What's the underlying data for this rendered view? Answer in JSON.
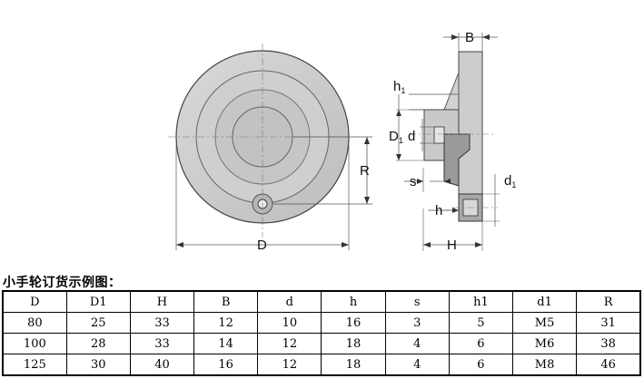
{
  "drawing_labels": {
    "D": "D",
    "R": "R",
    "B": "B",
    "h1": "h",
    "h1_sub": "1",
    "D1": "D",
    "D1_sub": "1",
    "d": "d",
    "s": "s",
    "d1": "d",
    "d1_sub": "1",
    "h": "h",
    "H": "H"
  },
  "caption": "小手轮订货示例图：",
  "table": {
    "headers": [
      "D",
      "D1",
      "H",
      "B",
      "d",
      "h",
      "s",
      "h1",
      "d1",
      "R"
    ],
    "rows": [
      [
        "80",
        "25",
        "33",
        "12",
        "10",
        "16",
        "3",
        "5",
        "M5",
        "31"
      ],
      [
        "100",
        "28",
        "33",
        "14",
        "12",
        "18",
        "4",
        "6",
        "M6",
        "38"
      ],
      [
        "125",
        "30",
        "40",
        "16",
        "12",
        "18",
        "4",
        "6",
        "M8",
        "46"
      ]
    ]
  }
}
